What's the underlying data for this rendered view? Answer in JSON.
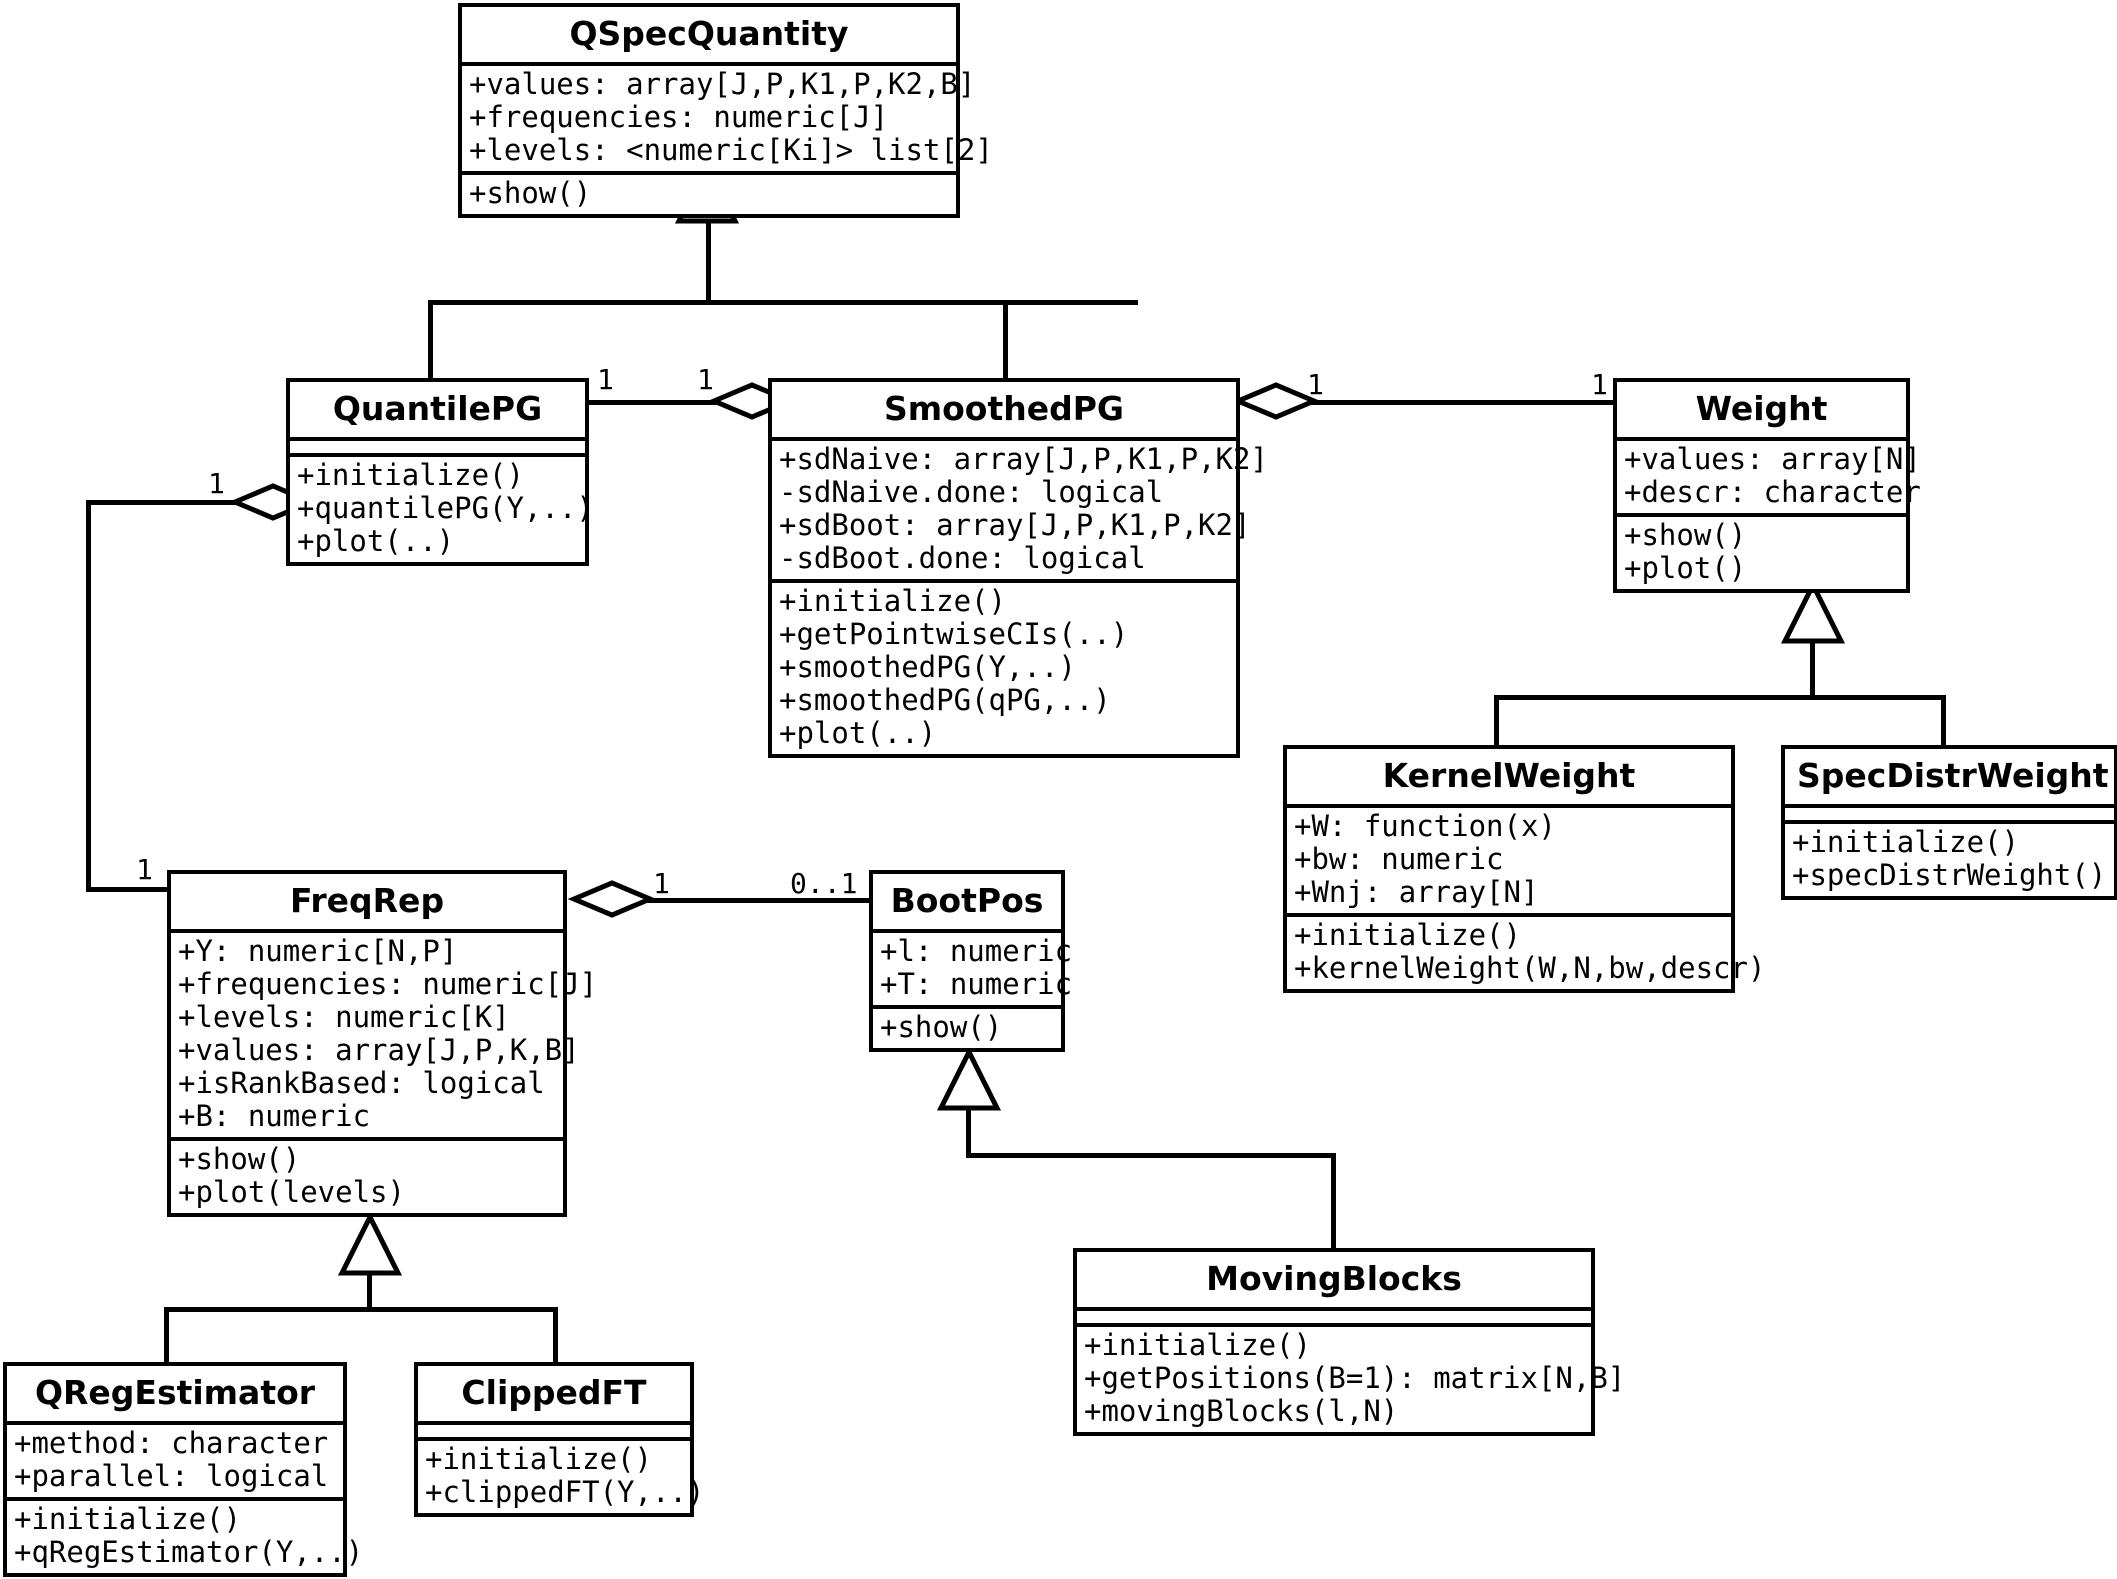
{
  "diagram": {
    "title": "UML class diagram",
    "classes": [
      {
        "key": "qspecquantity",
        "name": "QSpecQuantity",
        "attributes": [
          "+values: array[J,P,K1,P,K2,B]",
          "+frequencies: numeric[J]",
          "+levels: <numeric[Ki]> list[2]"
        ],
        "methods": [
          "+show()"
        ]
      },
      {
        "key": "quantilepg",
        "name": "QuantilePG",
        "attributes": [],
        "methods": [
          "+initialize()",
          "+quantilePG(Y,..)",
          "+plot(..)"
        ]
      },
      {
        "key": "smoothedpg",
        "name": "SmoothedPG",
        "attributes": [
          "+sdNaive: array[J,P,K1,P,K2]",
          "-sdNaive.done: logical",
          "+sdBoot: array[J,P,K1,P,K2]",
          "-sdBoot.done: logical"
        ],
        "methods": [
          "+initialize()",
          "+getPointwiseCIs(..)",
          "+smoothedPG(Y,..)",
          "+smoothedPG(qPG,..)",
          "+plot(..)"
        ]
      },
      {
        "key": "weight",
        "name": "Weight",
        "attributes": [
          "+values: array[N]",
          "+descr: character"
        ],
        "methods": [
          "+show()",
          "+plot()"
        ]
      },
      {
        "key": "kernelweight",
        "name": "KernelWeight",
        "attributes": [
          "+W: function(x)",
          "+bw: numeric",
          "+Wnj: array[N]"
        ],
        "methods": [
          "+initialize()",
          "+kernelWeight(W,N,bw,descr)"
        ]
      },
      {
        "key": "specdistrweight",
        "name": "SpecDistrWeight",
        "attributes": [],
        "methods": [
          "+initialize()",
          "+specDistrWeight()"
        ]
      },
      {
        "key": "freqrep",
        "name": "FreqRep",
        "attributes": [
          "+Y: numeric[N,P]",
          "+frequencies: numeric[J]",
          "+levels: numeric[K]",
          "+values: array[J,P,K,B]",
          "+isRankBased: logical",
          "+B: numeric"
        ],
        "methods": [
          "+show()",
          "+plot(levels)"
        ]
      },
      {
        "key": "bootpos",
        "name": "BootPos",
        "attributes": [
          "+l: numeric",
          "+T: numeric"
        ],
        "methods": [
          "+show()"
        ]
      },
      {
        "key": "movingblocks",
        "name": "MovingBlocks",
        "attributes": [],
        "methods": [
          "+initialize()",
          "+getPositions(B=1): matrix[N,B]",
          "+movingBlocks(l,N)"
        ]
      },
      {
        "key": "qregestimator",
        "name": "QRegEstimator",
        "attributes": [
          "+method: character",
          "+parallel: logical"
        ],
        "methods": [
          "+initialize()",
          "+qRegEstimator(Y,..)"
        ]
      },
      {
        "key": "clippedft",
        "name": "ClippedFT",
        "attributes": [],
        "methods": [
          "+initialize()",
          "+clippedFT(Y,..)"
        ]
      }
    ],
    "multiplicities": {
      "quantilepg_right": "1",
      "smoothedpg_left": "1",
      "quantilepg_left": "1",
      "freqrep_left": "1",
      "smoothedpg_right": "1",
      "weight_left": "1",
      "freqrep_right": "1",
      "bootpos_left": "0..1"
    },
    "colors": {
      "stroke": "#000000",
      "fill": "#ffffff"
    }
  }
}
